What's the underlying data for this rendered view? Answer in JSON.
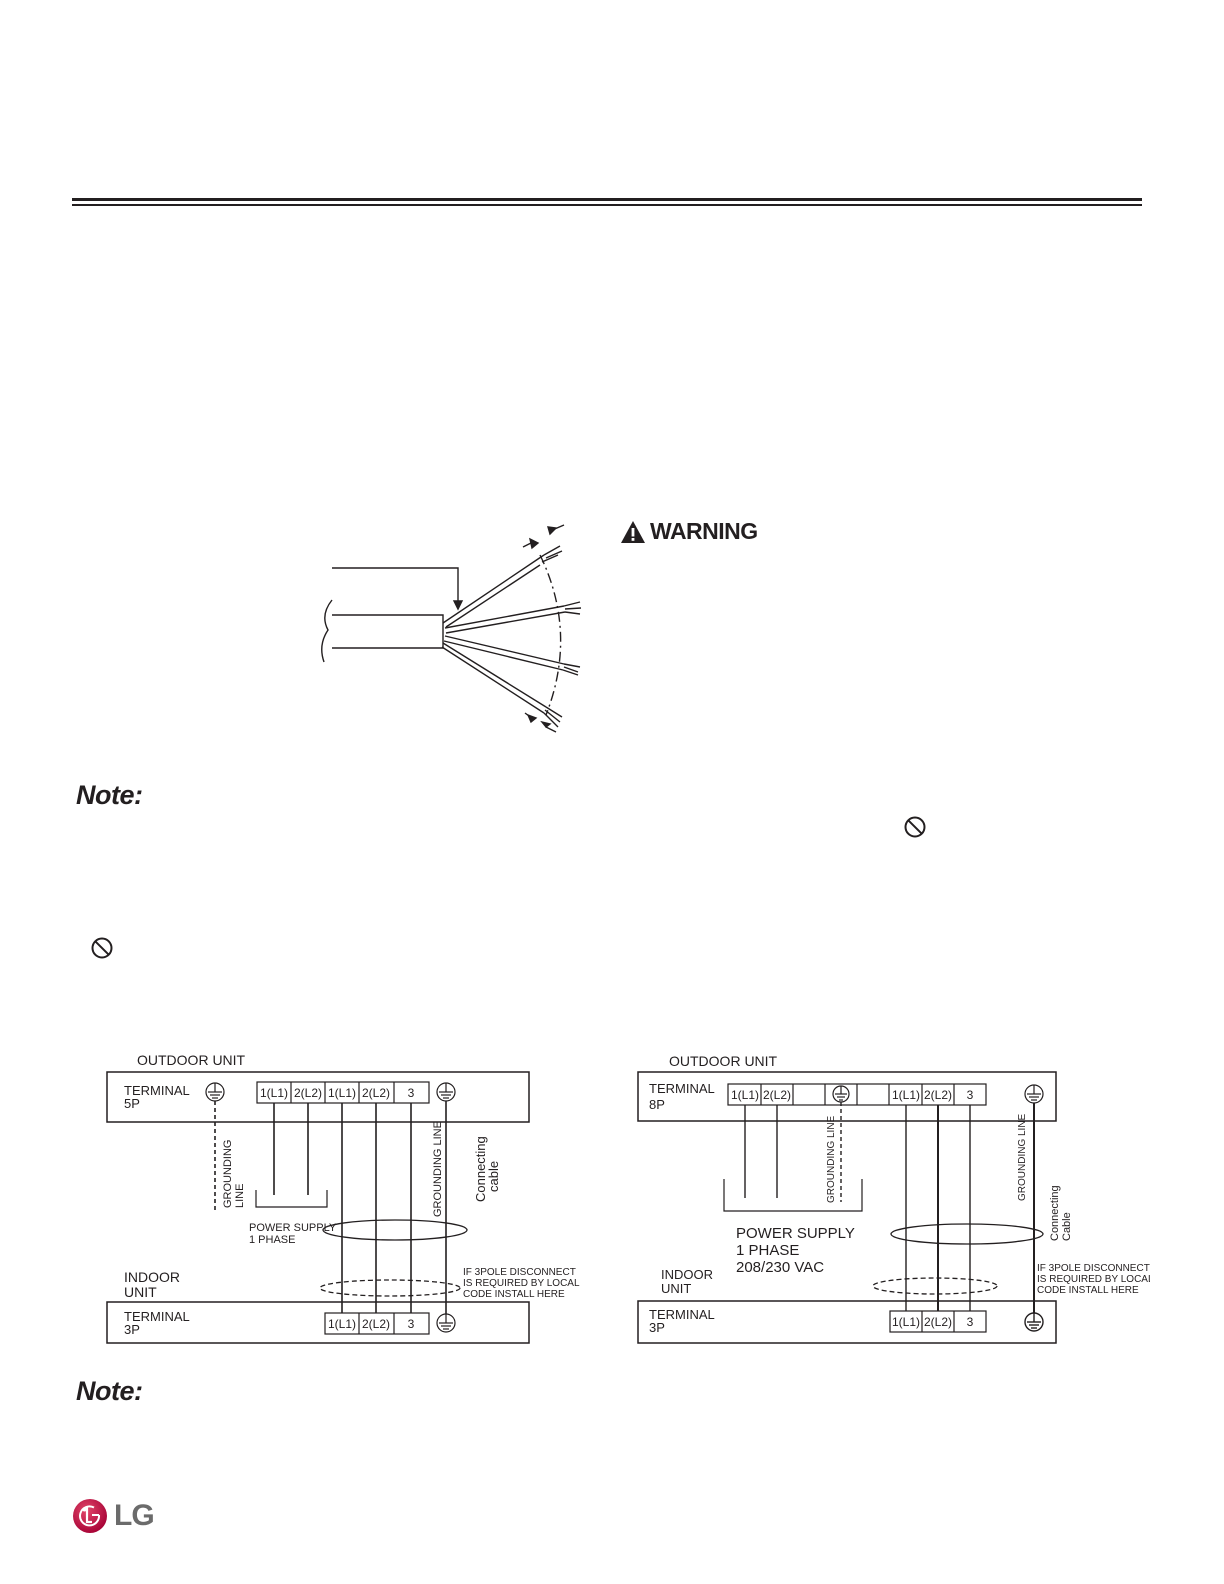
{
  "warning": {
    "label": "WARNING"
  },
  "notes": {
    "note1": "Note:",
    "note2": "Note:"
  },
  "left_diagram": {
    "outdoor_label": "OUTDOOR UNIT",
    "outdoor_terminal": [
      "TERMINAL",
      "5P"
    ],
    "outdoor_slots": [
      "1(L1)",
      "2(L2)",
      "1(L1)",
      "2(L2)",
      "3"
    ],
    "grounding_line_left": [
      "GROUNDING",
      "LINE"
    ],
    "grounding_line_right": "GROUNDING LINE",
    "connecting_cable": [
      "Connecting",
      "cable"
    ],
    "power_supply": [
      "POWER SUPPLY",
      "1 PHASE"
    ],
    "indoor_label": [
      "INDOOR",
      "UNIT"
    ],
    "indoor_terminal": [
      "TERMINAL",
      "3P"
    ],
    "indoor_slots": [
      "1(L1)",
      "2(L2)",
      "3"
    ],
    "disconnect_note": [
      "IF 3POLE DISCONNECT",
      "IS REQUIRED BY LOCAL",
      "CODE INSTALL HERE"
    ]
  },
  "right_diagram": {
    "outdoor_label": "OUTDOOR UNIT",
    "outdoor_terminal": [
      "TERMINAL",
      "8P"
    ],
    "outdoor_slots_left": [
      "1(L1)",
      "2(L2)"
    ],
    "outdoor_slots_right": [
      "1(L1)",
      "2(L2)",
      "3"
    ],
    "grounding_line_mid": "GROUNDING LINE",
    "grounding_line_right": "GROUNDING LINE",
    "connecting_cable": [
      "Connecting",
      "Cable"
    ],
    "power_supply": [
      "POWER SUPPLY",
      "1 PHASE",
      "208/230 VAC"
    ],
    "indoor_label": [
      "INDOOR",
      "UNIT"
    ],
    "indoor_terminal": [
      "TERMINAL",
      "3P"
    ],
    "indoor_slots": [
      "1(L1)",
      "2(L2)",
      "3"
    ],
    "disconnect_note": [
      "IF 3POLE DISCONNECT",
      "IS REQUIRED BY LOCAL",
      "CODE INSTALL HERE"
    ]
  },
  "footer": {
    "logo_text": "LG"
  }
}
